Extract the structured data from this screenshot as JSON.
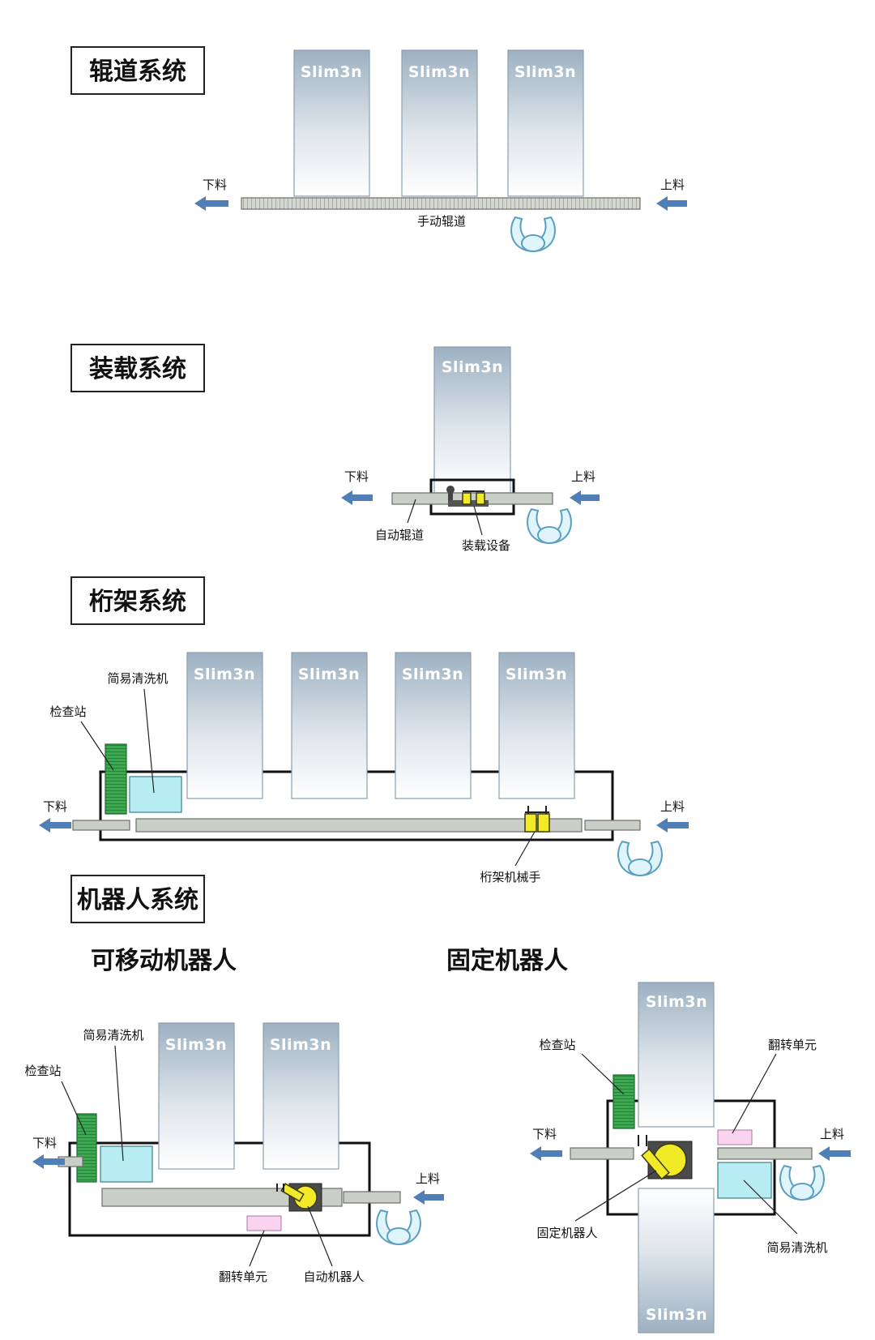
{
  "sections": {
    "roller_system": "辊道系统",
    "loading_system": "装载系统",
    "gantry_system": "桁架系统",
    "robot_system": "机器人系统",
    "mobile_robot": "可移动机器人",
    "fixed_robot": "固定机器人"
  },
  "brand": "Slim3n",
  "labels": {
    "unload": "下料",
    "load": "上料",
    "manual_roller": "手动辊道",
    "auto_roller": "自动辊道",
    "loading_device": "装载设备",
    "simple_cleaner": "简易清洗机",
    "inspection_station": "检查站",
    "gantry_manipulator": "桁架机械手",
    "flip_unit": "翻转单元",
    "auto_robot": "自动机器人",
    "fixed_robot": "固定机器人"
  },
  "colors": {
    "flow_arrow": "#4f7fb6",
    "inspection": "#3fa654",
    "cleaner": "#b7ecf2",
    "flip_unit": "#f9d3ef",
    "gripper": "#f3ea27",
    "operator": "#5a9fbf"
  }
}
